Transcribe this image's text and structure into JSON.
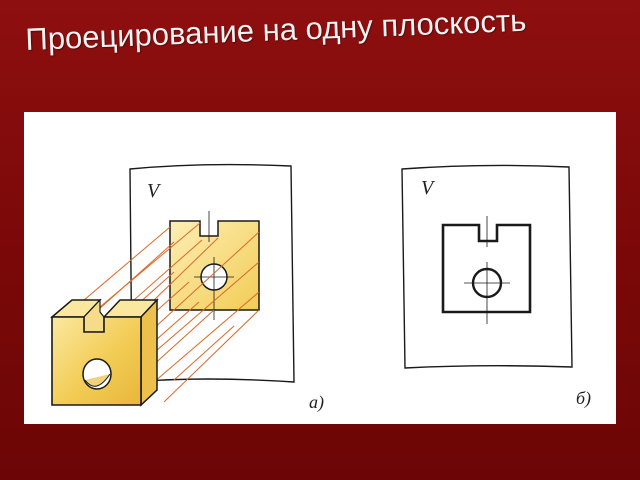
{
  "slide": {
    "title": "Проецирование на одну плоскость"
  },
  "figure": {
    "plane_label_a": "V",
    "plane_label_b": "V",
    "caption_a": "а)",
    "caption_b": "б)",
    "colors": {
      "background": "#7a0a0a",
      "panel": "#ffffff",
      "part_fill": "#f2cc55",
      "part_fill_light": "#fbe8a0",
      "outline": "#1a1a1a",
      "projector_line": "#d96a2a"
    },
    "icons": [
      "3d-part",
      "projection-plane",
      "projection-rays",
      "hole",
      "slot"
    ]
  }
}
